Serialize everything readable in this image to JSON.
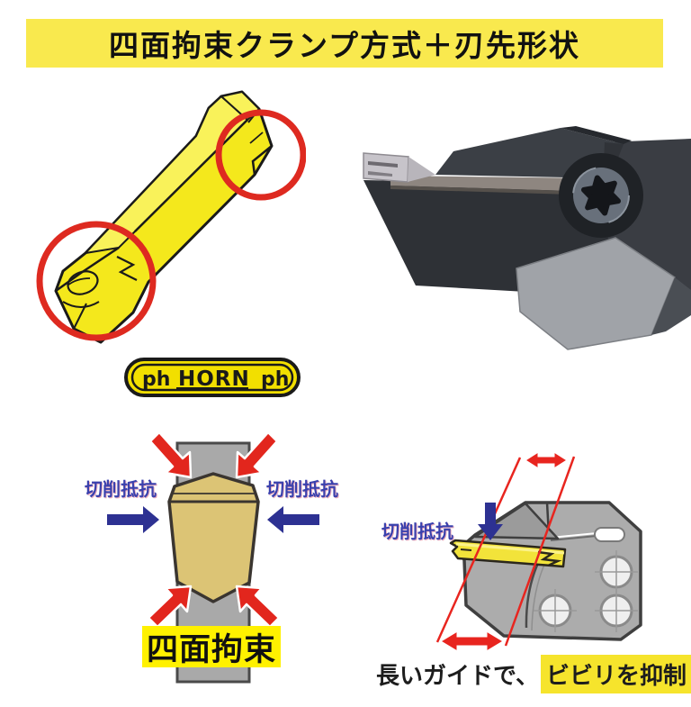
{
  "banner": {
    "title": "四面拘束クランプ方式＋刃先形状",
    "bg_color": "#F9E94E",
    "text_color": "#111111"
  },
  "insert_drawing": {
    "description": "double-ended grooving insert line drawing with two red highlight circles on cutting edges",
    "body_color": "#F4E81C",
    "top_face_color": "#F9F25A",
    "outline_color": "#1A1A1A",
    "highlight_circle_color": "#DE2A20"
  },
  "tool_photo": {
    "description": "photo of black tool holder with torx clamp screw and carbide insert tip",
    "body_color": "#34373C",
    "shank_color": "#A0A3A8",
    "insert_color": "#C7C4CA"
  },
  "horn_logo": {
    "ph_left": "ph",
    "brand": "HORN",
    "ph_right": "ph",
    "bg_color": "#F2DF00",
    "text_color": "#1A1A1A"
  },
  "clamp_diagram": {
    "left_force_label": "切削抵抗",
    "right_force_label": "切削抵抗",
    "caption": "四面拘束",
    "caption_bg": "#FFF100",
    "red_arrow_color": "#E2261D",
    "blue_arrow_color": "#2D3192",
    "force_label_color": "#3A41AD",
    "toolholder_color": "#A9A9A9",
    "insert_color": "#DCC475"
  },
  "guide_diagram": {
    "force_label": "切削抵抗",
    "caption_plain": "長いガイドで、",
    "caption_highlight": "ビビリを抑制",
    "caption_highlight_bg": "#F6E42C",
    "guide_line_color": "#E8251F",
    "blue_arrow_color": "#2D3192",
    "force_label_color": "#3A41AD",
    "holder_color": "#ACACAC",
    "insert_color": "#F2E33A"
  }
}
